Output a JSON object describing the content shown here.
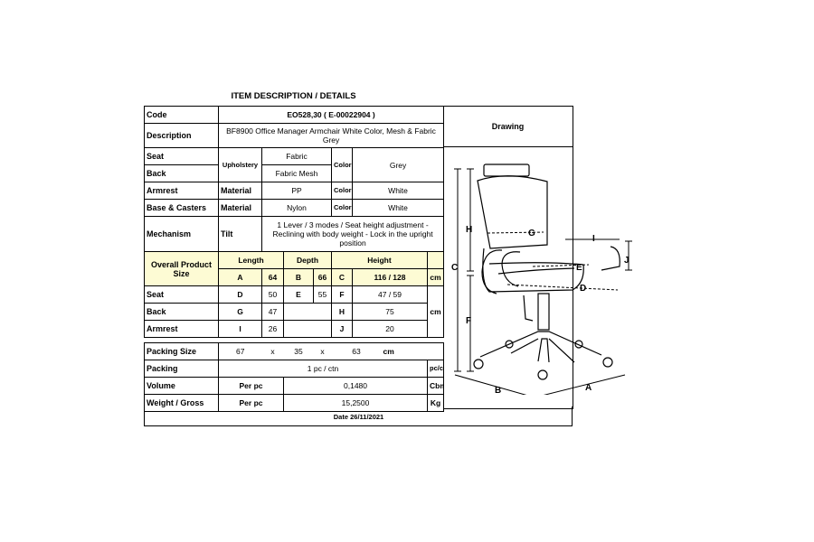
{
  "title": "ITEM DESCRIPTION / DETAILS",
  "code": {
    "label": "Code",
    "value": "EO528,30  ( E-00022904 )"
  },
  "description": {
    "label": "Description",
    "value": "BF8900 Office Manager Armchair White Color, Mesh & Fabric Grey"
  },
  "seat": {
    "label": "Seat",
    "group": "Upholstery",
    "material": "Fabric",
    "color_label": "Color",
    "color": "Grey"
  },
  "back": {
    "label": "Back",
    "material": "Fabric Mesh"
  },
  "armrest": {
    "label": "Armrest",
    "material_label": "Material",
    "material": "PP",
    "color_label": "Color",
    "color": "White"
  },
  "base": {
    "label": "Base & Casters",
    "material_label": "Material",
    "material": "Nylon",
    "color_label": "Color",
    "color": "White"
  },
  "mechanism": {
    "label": "Mechanism",
    "type": "Tilt",
    "value": "1 Lever / 3 modes / Seat height adjustment - Reclining with body weight - Lock in the upright position"
  },
  "overall": {
    "label": "Overall Product Size",
    "length_label": "Length",
    "depth_label": "Depth",
    "height_label": "Height",
    "a_key": "A",
    "a": "64",
    "b_key": "B",
    "b": "66",
    "c_key": "C",
    "c": "116 / 128",
    "unit": "cm"
  },
  "dims": {
    "seat": {
      "label": "Seat",
      "d_key": "D",
      "d": "50",
      "e_key": "E",
      "e": "55",
      "f_key": "F",
      "f": "47 / 59"
    },
    "back": {
      "label": "Back",
      "g_key": "G",
      "g": "47",
      "h_key": "H",
      "h": "75"
    },
    "armrest": {
      "label": "Armrest",
      "i_key": "I",
      "i": "26",
      "j_key": "J",
      "j": "20"
    },
    "unit": "cm"
  },
  "packing_size": {
    "label": "Packing Size",
    "l": "67",
    "x1": "x",
    "w": "35",
    "x2": "x",
    "h": "63",
    "unit": "cm"
  },
  "packing": {
    "label": "Packing",
    "value": "1 pc / ctn",
    "unit": "pc/ctn"
  },
  "volume": {
    "label": "Volume",
    "per": "Per pc",
    "value": "0,1480",
    "unit": "Cbm"
  },
  "weight": {
    "label": "Weight / Gross",
    "per": "Per pc",
    "value": "15,2500",
    "unit": "Kg"
  },
  "date": "Date 26/11/2021",
  "drawing": {
    "label": "Drawing",
    "letters": {
      "a": "A",
      "b": "B",
      "c": "C",
      "d": "D",
      "e": "E",
      "f": "F",
      "g": "G",
      "h": "H",
      "i": "I",
      "j": "J"
    }
  }
}
